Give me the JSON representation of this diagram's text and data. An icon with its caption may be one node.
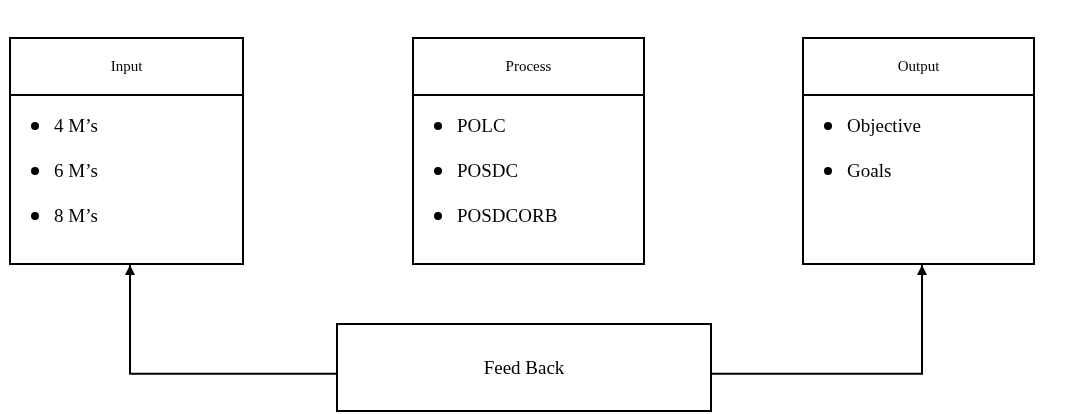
{
  "diagram": {
    "nodes": [
      {
        "text": [
          "Input",
          "4 M’s",
          "6 M’s",
          "8 M’s"
        ]
      },
      {
        "text": [
          "Process",
          "POLC",
          "POSDC",
          "POSDCORB"
        ]
      },
      {
        "text": [
          "Output",
          "Objective",
          "Goals"
        ]
      },
      {
        "text": [
          "Feed Back"
        ]
      }
    ],
    "edges": [
      {
        "from": 3,
        "to": 0,
        "arrow": "to"
      },
      {
        "from": 3,
        "to": 2,
        "arrow": "to"
      }
    ]
  }
}
